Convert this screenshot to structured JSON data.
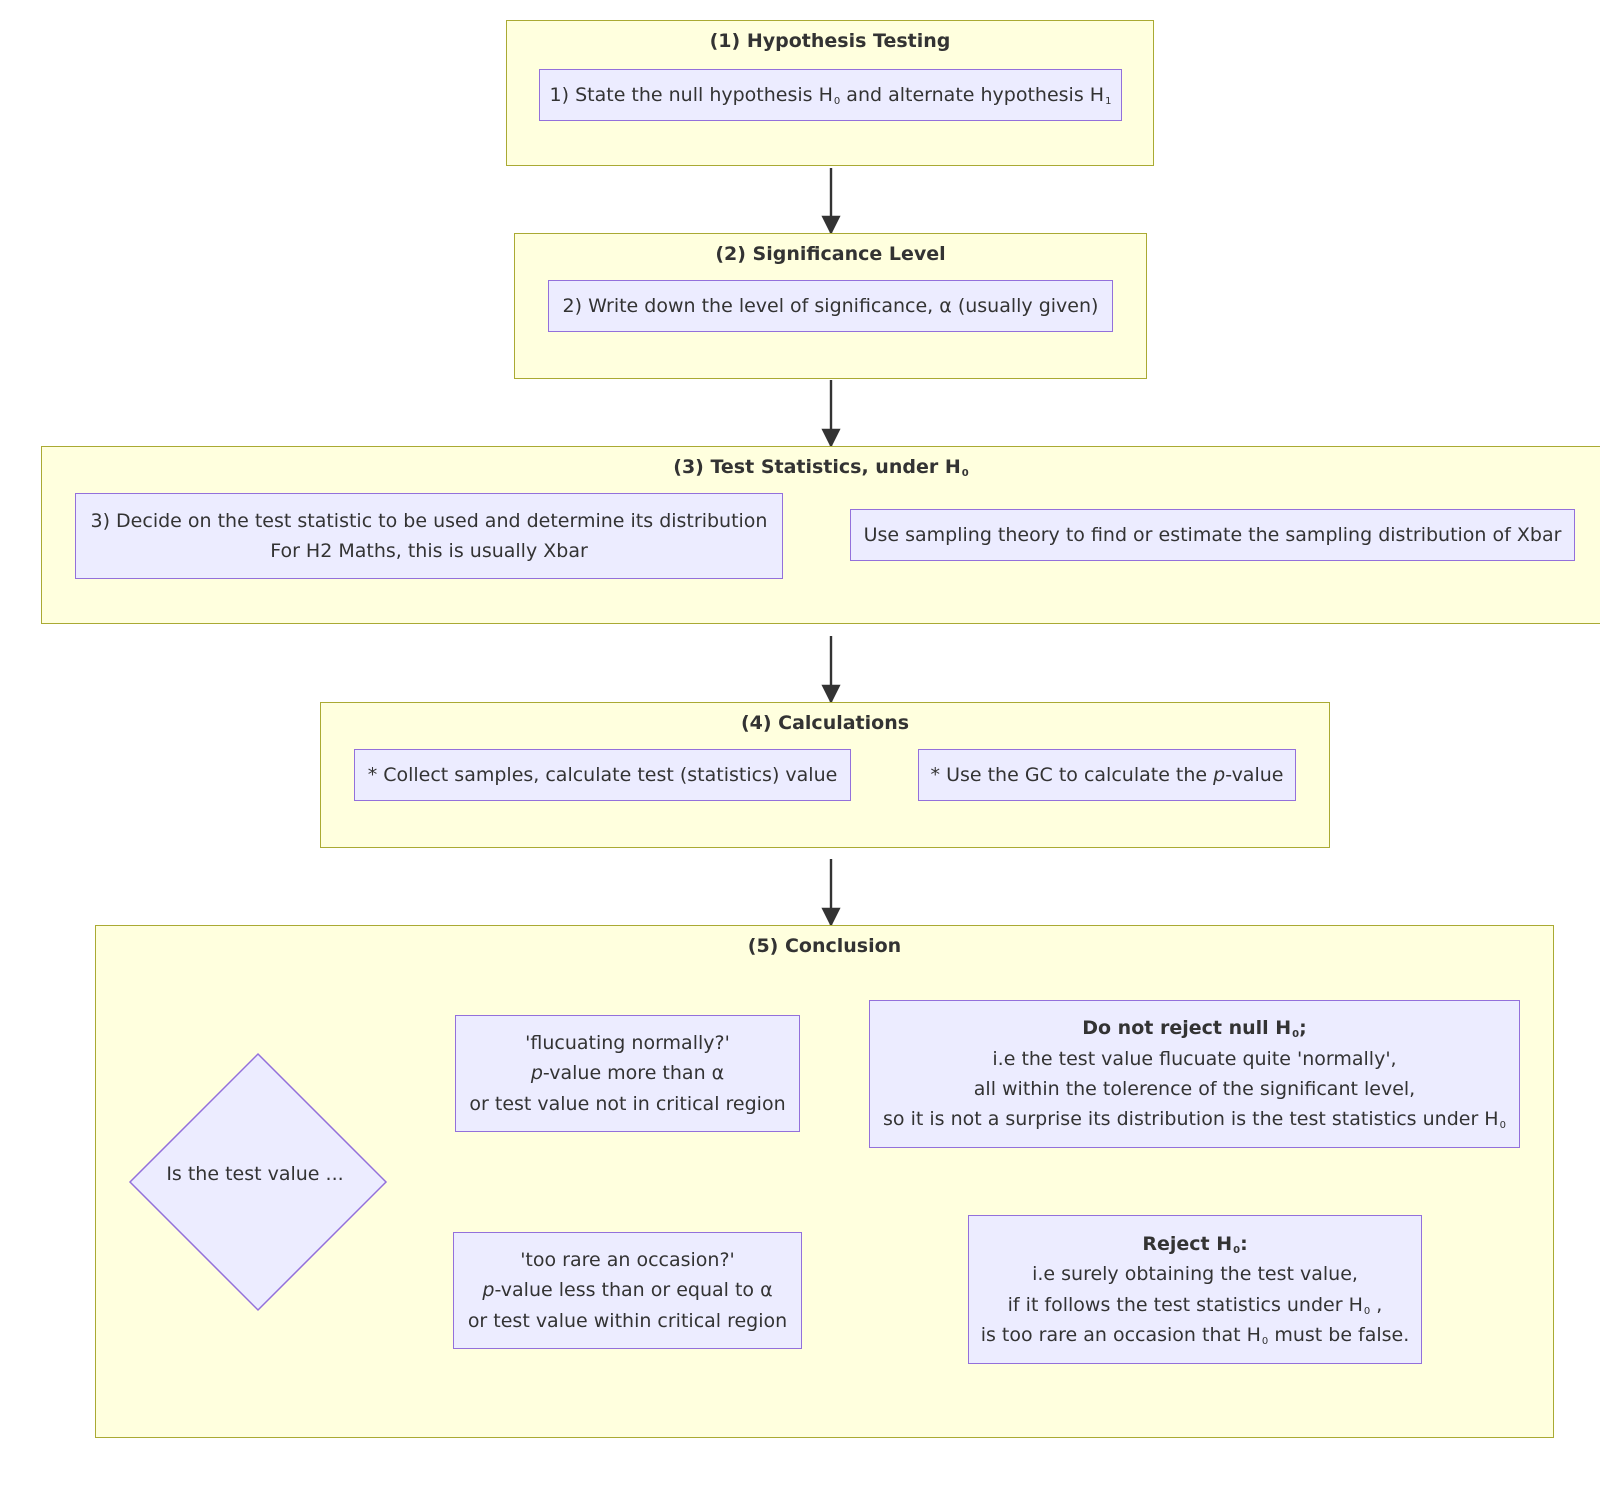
{
  "clusters": {
    "hypothesis": {
      "title": "(1) Hypothesis Testing"
    },
    "significance": {
      "title": "(2) Significance Level"
    },
    "test_stats": {
      "title_pre": "(3) Test Statistics, under H",
      "title_sub": "0"
    },
    "calculations": {
      "title": "(4) Calculations"
    },
    "conclusion": {
      "title": "(5) Conclusion"
    }
  },
  "nodes": {
    "state_hypothesis": {
      "pre": "1) State the null hypothesis H",
      "sub0": "0",
      "mid": " and alternate hypothesis H",
      "sub1": "1"
    },
    "write_significance": {
      "text": "2) Write down the level of significance, α (usually given)"
    },
    "decide_statistic": {
      "line1": "3) Decide on the test statistic to be used and determine its distribution",
      "line2": "For H2 Maths, this is usually Xbar"
    },
    "sampling_theory": {
      "text": "Use sampling theory to find or estimate the sampling distribution of Xbar"
    },
    "collect_samples": {
      "text": "* Collect samples, calculate test (statistics) value"
    },
    "use_gc": {
      "pre": "* Use the GC to calculate the ",
      "italic": "p",
      "post": "-value"
    },
    "decision": {
      "text": "Is the test value ..."
    },
    "fluctuating": {
      "line1": "'flucuating normally?'",
      "line2_italic": "p",
      "line2_rest": "-value more than α",
      "line3": "or test value not in critical region"
    },
    "too_rare": {
      "line1": "'too rare an occasion?'",
      "line2_italic": "p",
      "line2_rest": "-value less than or equal to α",
      "line3": "or test value within critical region"
    },
    "do_not_reject": {
      "title_pre": "Do not reject null H",
      "title_sub": "0",
      "title_post": ";",
      "line2": "i.e the test value flucuate quite 'normally',",
      "line3": "all within the tolerence of the significant level,",
      "line4_pre": "so it is not a surprise its distribution is the test statistics under H",
      "line4_sub": "0"
    },
    "reject": {
      "title_pre": "Reject H",
      "title_sub": "0",
      "title_post": ":",
      "line2": "i.e surely obtaining the test value,",
      "line3_pre": "if it follows the test statistics under H",
      "line3_sub": "0",
      "line3_post": " ,",
      "line4_pre": "is too rare an occasion that H",
      "line4_sub": "0",
      "line4_post": " must be false."
    }
  },
  "colors": {
    "cluster_fill": "#ffffde",
    "cluster_border": "#aaaa33",
    "node_fill": "#ececff",
    "node_border": "#9370db",
    "edge": "#333333",
    "text": "#333333"
  }
}
